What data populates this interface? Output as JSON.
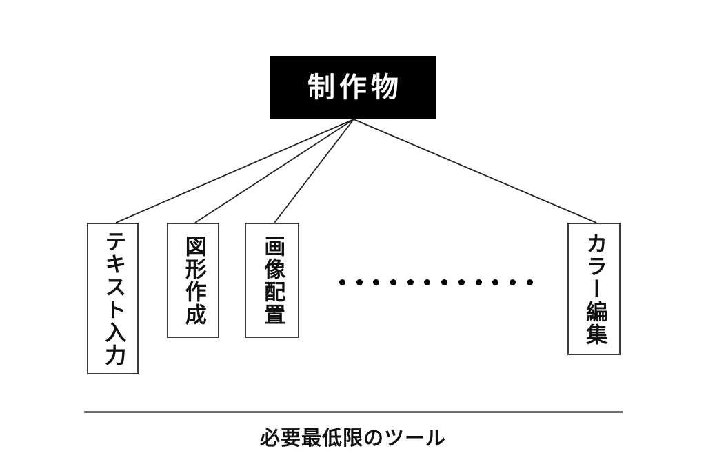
{
  "diagram": {
    "root": {
      "label": "制作物",
      "background_color": "#000000",
      "text_color": "#ffffff"
    },
    "leaves": [
      {
        "label": "テキスト入力"
      },
      {
        "label": "図形作成"
      },
      {
        "label": "画像配置"
      },
      {
        "label": "カラー編集"
      }
    ],
    "ellipsis": {
      "dot_count": 12,
      "dot_color": "#000000"
    },
    "divider": {
      "color": "#6f6f6f"
    },
    "caption": "必要最低限のツール",
    "connector_color": "#222222"
  }
}
